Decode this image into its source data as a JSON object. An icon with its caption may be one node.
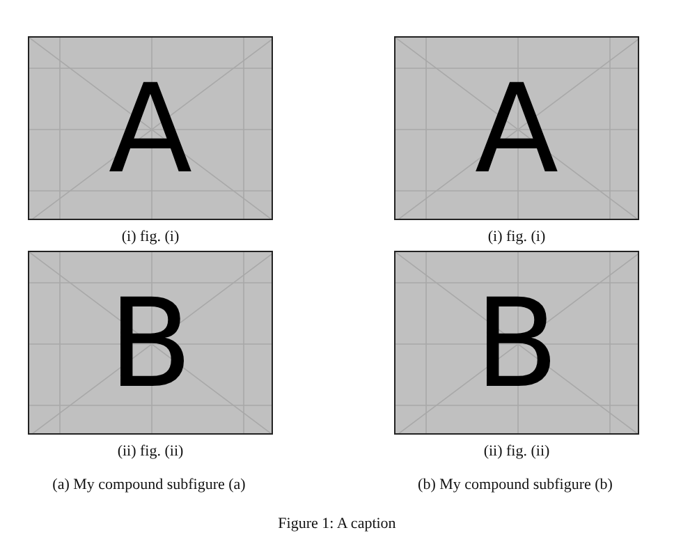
{
  "diagram": {
    "caption": "Figure 1: A caption",
    "nodes": [
      {
        "text": [
          "A"
        ],
        "beside": [
          "(i) fig. (i)"
        ]
      },
      {
        "text": [
          "A"
        ],
        "beside": [
          "(i) fig. (i)"
        ]
      },
      {
        "text": [
          "B"
        ],
        "beside": [
          "(ii) fig. (ii)"
        ]
      },
      {
        "text": [
          "B"
        ],
        "beside": [
          "(ii) fig. (ii)"
        ]
      }
    ],
    "labels": [
      "(a) My compound subfigure (a)",
      "(b) My compound subfigure (b)"
    ]
  }
}
